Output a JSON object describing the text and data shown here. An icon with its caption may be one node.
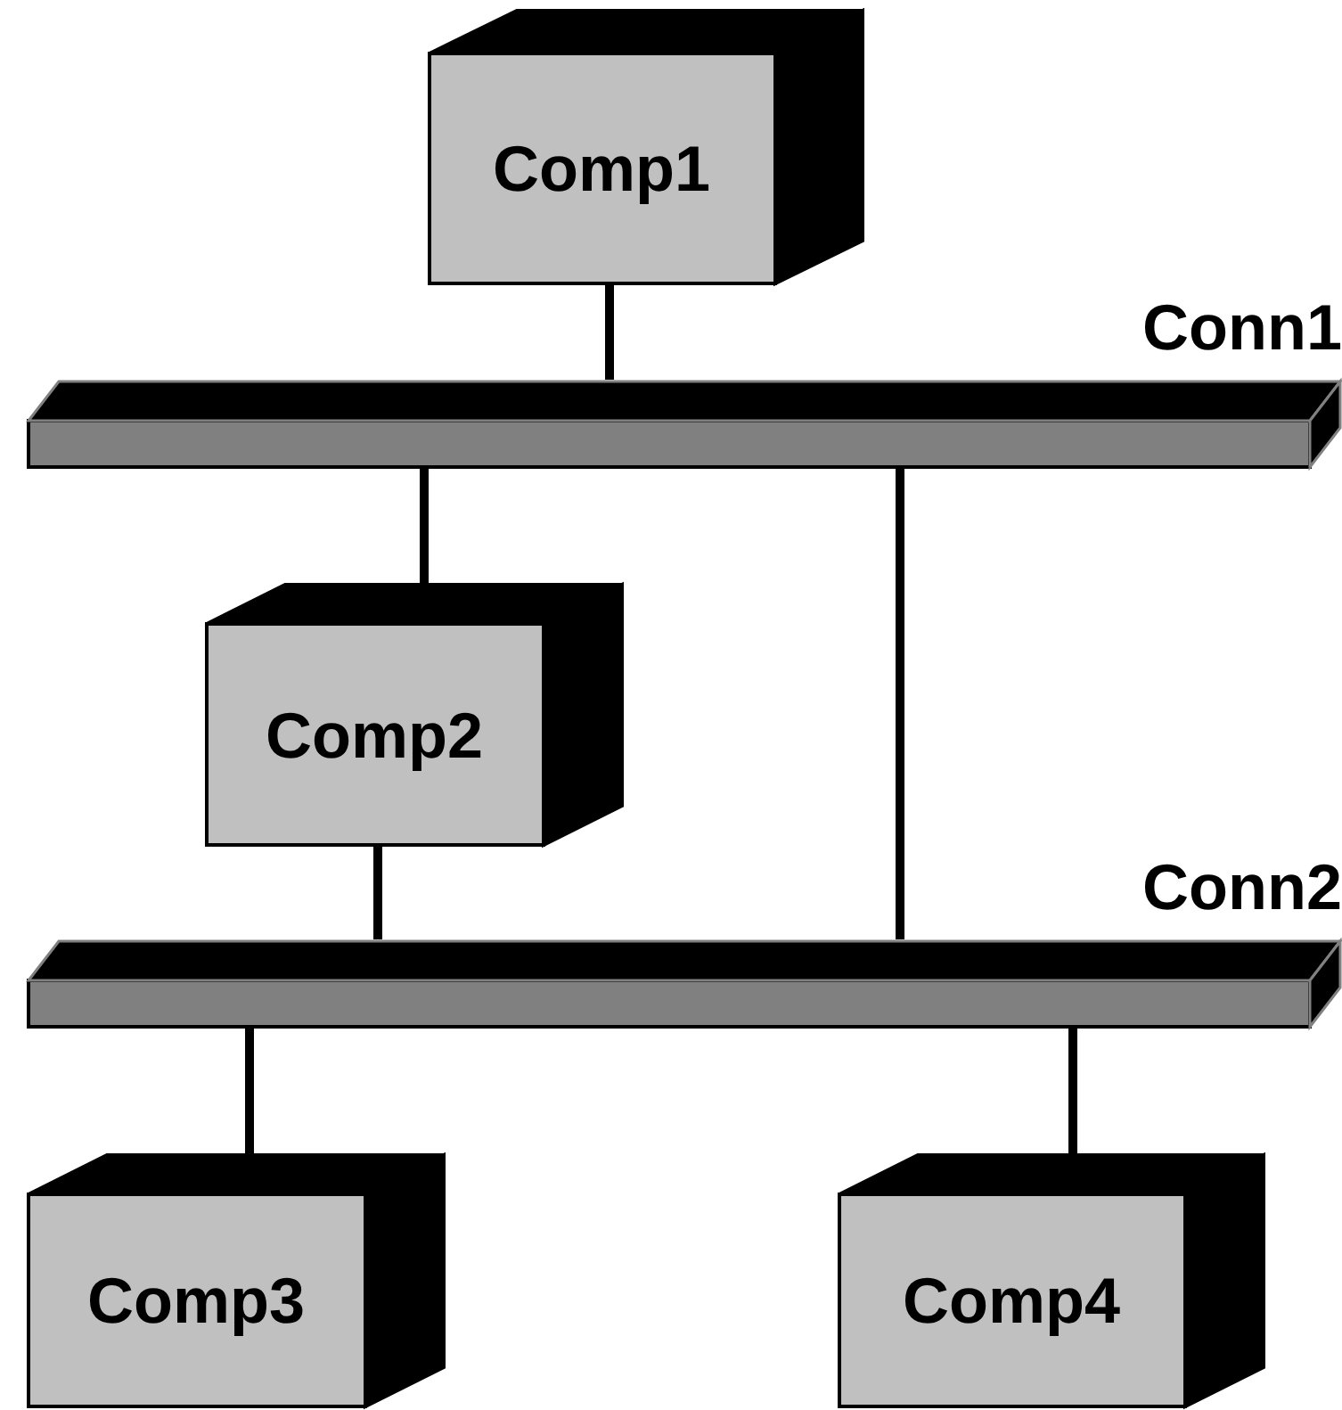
{
  "diagram": {
    "nodes": [
      {
        "text": [
          "Comp1"
        ]
      },
      {
        "text": [
          "Conn1"
        ]
      },
      {
        "text": [
          "Comp2"
        ]
      },
      {
        "text": [
          "Conn2"
        ]
      },
      {
        "text": [
          "Comp3"
        ]
      },
      {
        "text": [
          "Comp4"
        ]
      }
    ],
    "edges": [
      {
        "from": 0,
        "to": 1,
        "arrow": "none"
      },
      {
        "from": 1,
        "to": 2,
        "arrow": "none"
      },
      {
        "from": 1,
        "to": 3,
        "arrow": "none"
      },
      {
        "from": 2,
        "to": 3,
        "arrow": "none"
      },
      {
        "from": 3,
        "to": 4,
        "arrow": "none"
      },
      {
        "from": 3,
        "to": 5,
        "arrow": "none"
      }
    ]
  }
}
